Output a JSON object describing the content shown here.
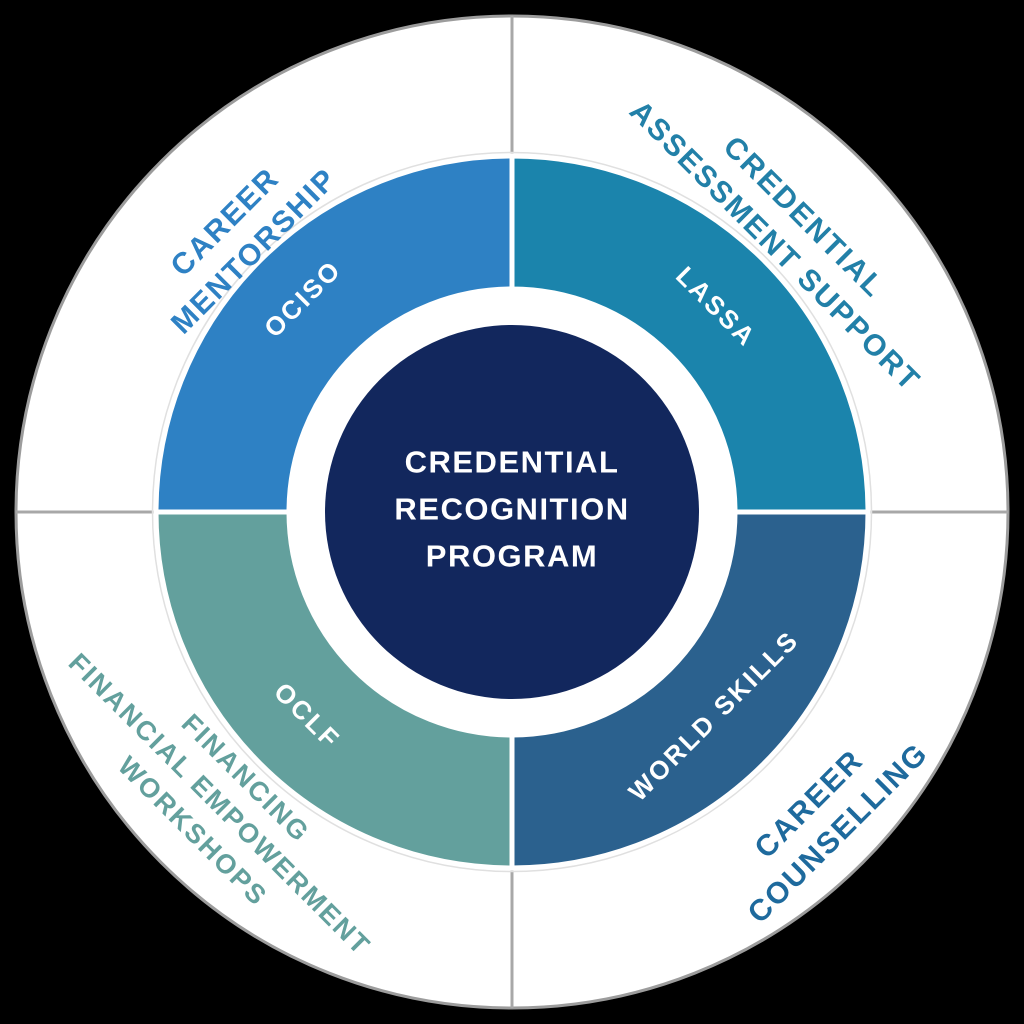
{
  "diagram_title": "CREDENTIAL RECOGNITION PROGRAM",
  "center": {
    "lines": [
      "CREDENTIAL",
      "RECOGNITION",
      "PROGRAM"
    ],
    "bg_color": "#12275D",
    "ring_color": "#ffffff",
    "text_color": "#ffffff"
  },
  "quadrants": [
    {
      "position": "top-left",
      "outer_label_lines": [
        "CAREER",
        "MENTORSHIP"
      ],
      "inner_label": "OCISO",
      "ring_color": "#2E81C4",
      "label_color": "#2E81C4"
    },
    {
      "position": "top-right",
      "outer_label_lines": [
        "CREDENTIAL",
        "ASSESSMENT SUPPORT"
      ],
      "inner_label": "LASSA",
      "ring_color": "#1B84AC",
      "label_color": "#2280A8"
    },
    {
      "position": "bottom-right",
      "outer_label_lines": [
        "CAREER",
        "COUNSELLING"
      ],
      "inner_label": "WORLD SKILLS",
      "ring_color": "#2B618E",
      "label_color": "#1E6A9D"
    },
    {
      "position": "bottom-left",
      "outer_label_lines": [
        "FINANCING",
        "FINANCIAL EMPOWERMENT",
        "WORKSHOPS"
      ],
      "inner_label": "OCLF",
      "ring_color": "#63A09D",
      "label_color": "#63A09D"
    }
  ],
  "palette": {
    "background": "#000000",
    "outer_ring_fill": "#ffffff",
    "outer_ring_border": "#9C9C9C",
    "divider_line": "#A8A8A8",
    "quadrant_gap": "#ffffff"
  }
}
